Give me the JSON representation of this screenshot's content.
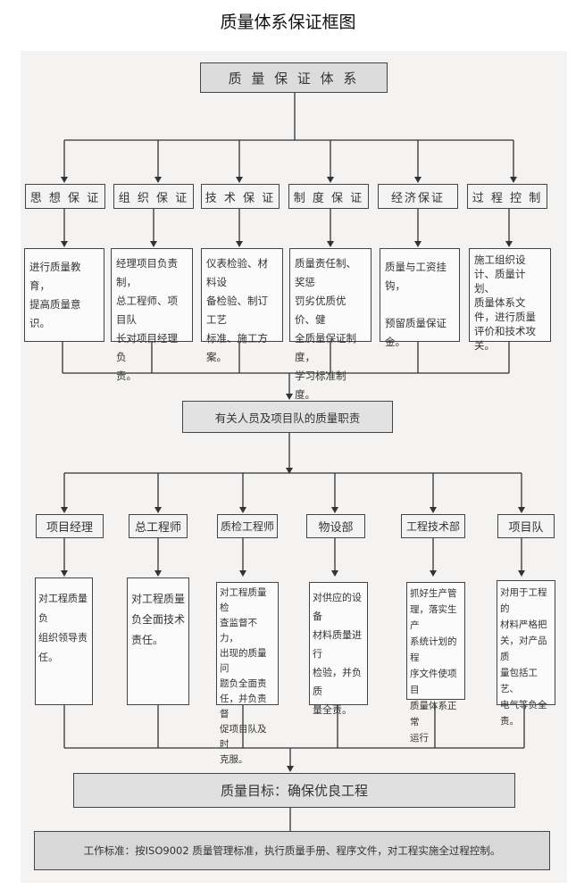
{
  "title": "质量体系保证框图",
  "top_box": "质 量 保 证 体 系",
  "categories": [
    {
      "label": "思 想 保 证",
      "desc": "进行质量教育，\n提高质量意识。"
    },
    {
      "label": "组 织 保 证",
      "desc": "经理项目负责制，\n总工程师、项目队\n长对项目经理负\n责。"
    },
    {
      "label": "技 术 保 证",
      "desc": "仪表检验、材料设\n备检验、制订工艺\n标准、施工方案。"
    },
    {
      "label": "制 度 保 证",
      "desc": "质量责任制、奖惩\n罚劣优质优价、健\n全质量保证制度，\n学习标准制度。"
    },
    {
      "label": "经济保证",
      "desc": "质量与工资挂钩，\n\n预留质量保证金。"
    },
    {
      "label": "过 程 控 制",
      "desc": "施工组织设\n计、质量计划、\n质量体系文\n件，进行质量\n评价和技术攻\n关。"
    }
  ],
  "middle_box": "有关人员及项目队的质量职责",
  "roles": [
    {
      "label": "项目经理",
      "desc": "对工程质量负\n组织领导责\n任。"
    },
    {
      "label": "总工程师",
      "desc": "对工程质量\n负全面技术\n责任。"
    },
    {
      "label": "质检工程师",
      "desc": "对工程质量检\n查监督不力，\n出现的质量问\n题负全面责\n任，并负责督\n促项目队及时\n克服。"
    },
    {
      "label": "物设部",
      "desc": "对供应的设备\n材料质量进行\n检验，并负质\n量全责。"
    },
    {
      "label": "工程技术部",
      "desc": "抓好生产管\n理，落实生产\n系统计划的程\n序文件使项目\n质量体系正常\n运行"
    },
    {
      "label": "项目队",
      "desc": "对用于工程的\n材料严格把\n关，对产品质\n量包括工艺、\n电气等负全\n责。"
    }
  ],
  "goal_box": "质量目标：确保优良工程",
  "standard_box": "工作标准：按ISO9002 质量管理标准，执行质量手册、程序文件，对工程实施全过程控制。"
}
